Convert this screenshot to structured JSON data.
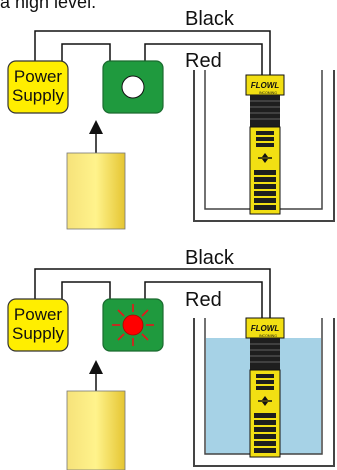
{
  "caption_fragment": "a high level.",
  "panels": [
    {
      "state": "dry",
      "wire_labels": {
        "black": "Black",
        "red": "Red"
      },
      "power_supply": {
        "line1": "Power",
        "line2": "Supply"
      },
      "indicator": {
        "state": "off",
        "lamp_color": "#ffffff"
      },
      "sensor_brand": "FLOWL",
      "sensor_sub": "INCOMING",
      "tank_liquid": "none"
    },
    {
      "state": "wet",
      "wire_labels": {
        "black": "Black",
        "red": "Red"
      },
      "power_supply": {
        "line1": "Power",
        "line2": "Supply"
      },
      "indicator": {
        "state": "on",
        "lamp_color": "#ff0000"
      },
      "sensor_brand": "FLOWL",
      "sensor_sub": "INCOMING",
      "tank_liquid": "water"
    }
  ],
  "colors": {
    "power_supply": "#ffee00",
    "indicator_box": "#1f9a3e",
    "liquid": "#a6d2e6",
    "tank": "#ffffff",
    "sensor_yellow": "#f2df13",
    "sensor_dark": "#1e1e1e"
  }
}
